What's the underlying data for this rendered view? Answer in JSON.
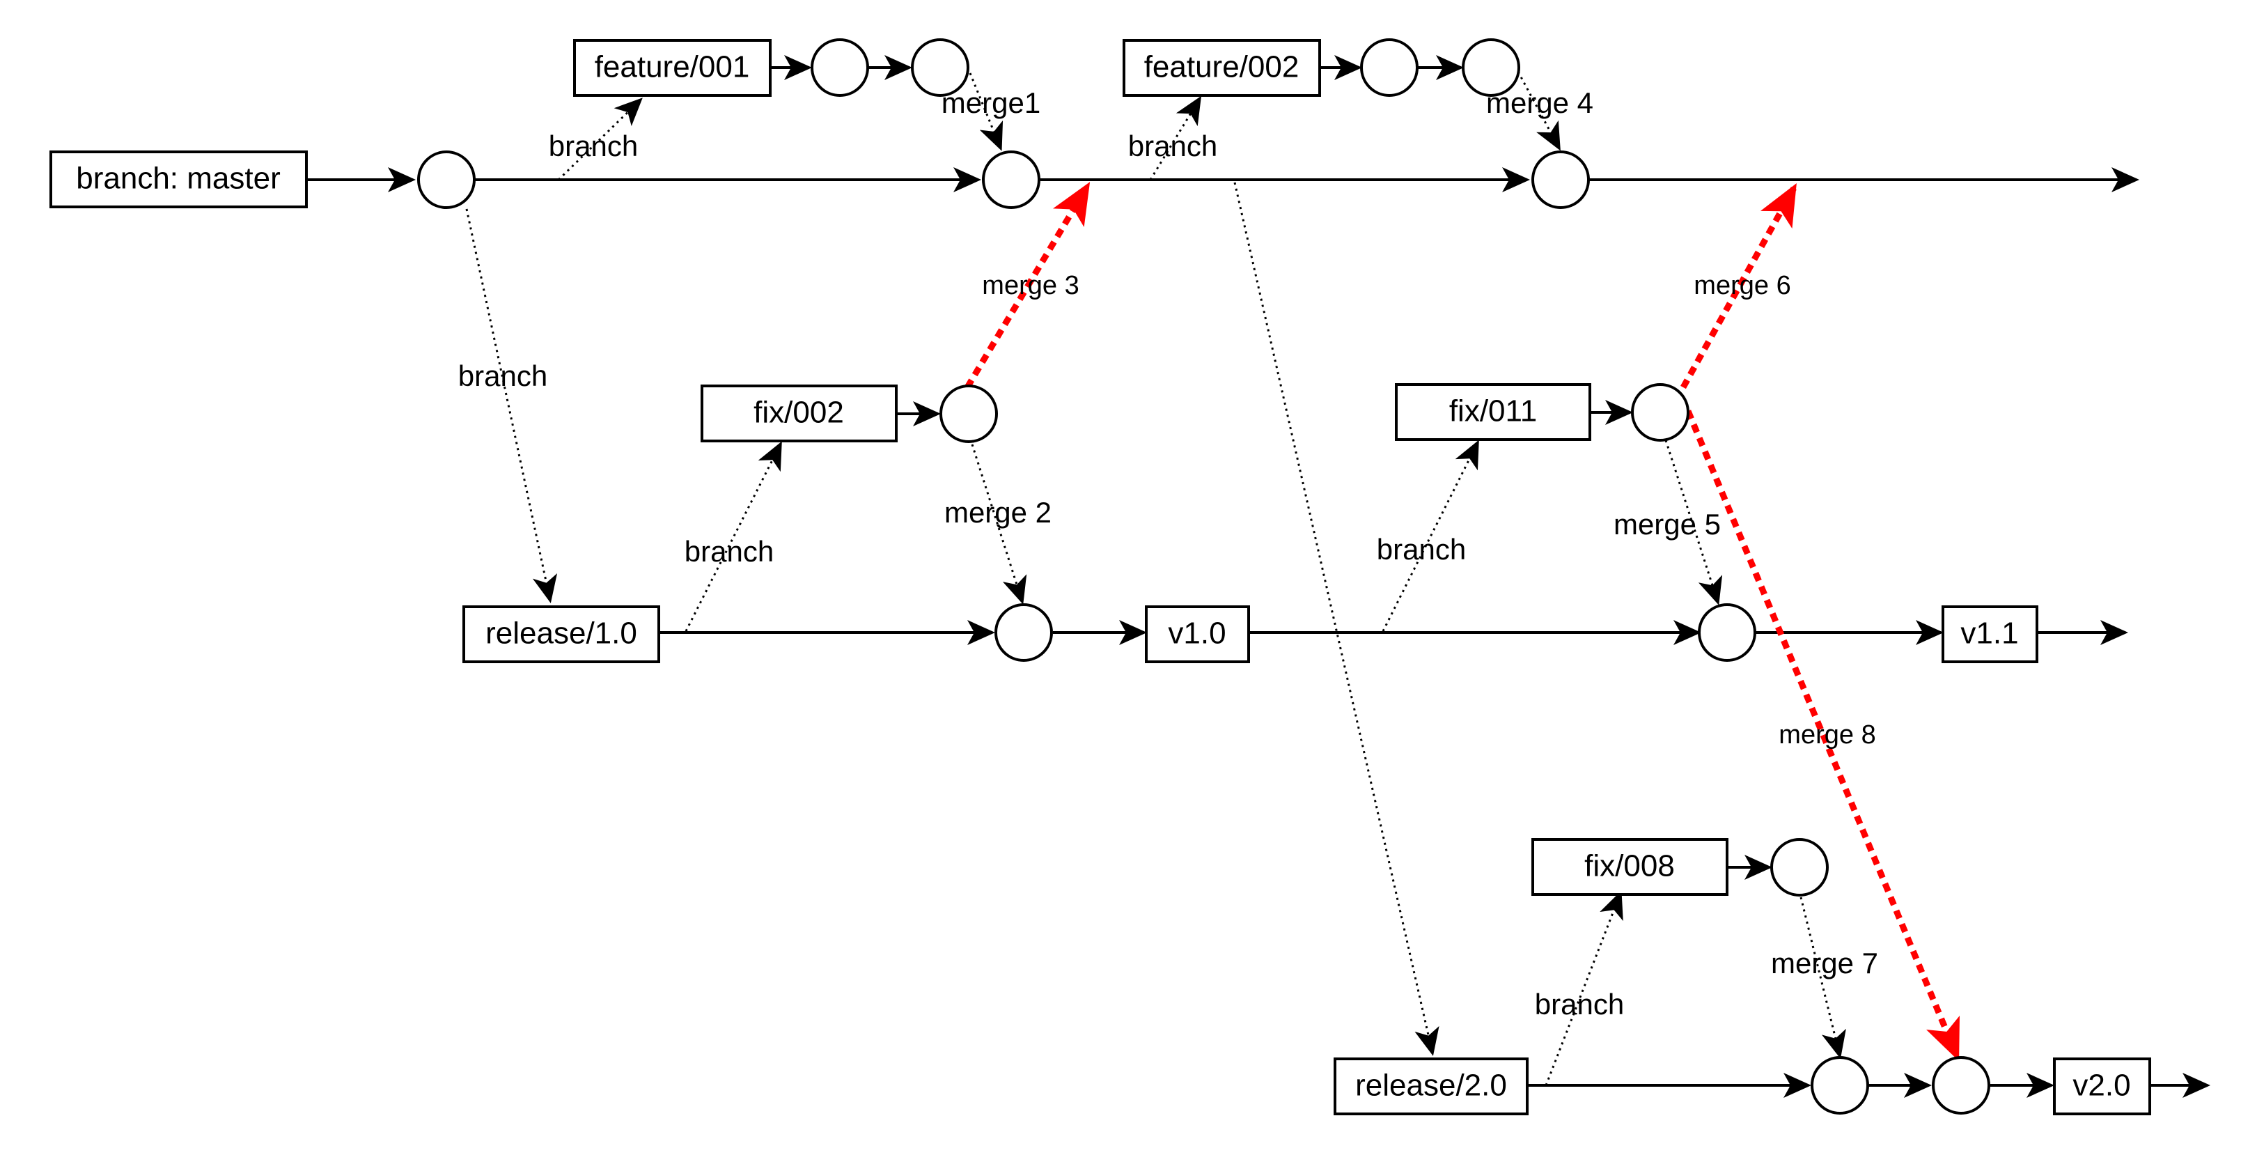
{
  "colors": {
    "line": "#000000",
    "highlight": "#ff0000",
    "background": "#ffffff"
  },
  "boxes": {
    "master": "branch: master",
    "feature001": "feature/001",
    "feature002": "feature/002",
    "fix002": "fix/002",
    "fix011": "fix/011",
    "release10": "release/1.0",
    "v10": "v1.0",
    "v11": "v1.1",
    "fix008": "fix/008",
    "release20": "release/2.0",
    "v20": "v2.0"
  },
  "edge_labels": {
    "branch_feature001": "branch",
    "merge1": "merge1",
    "branch_feature002": "branch",
    "merge4": "merge 4",
    "branch_release10": "branch",
    "merge3": "merge 3",
    "branch_fix002": "branch",
    "merge2": "merge 2",
    "merge6": "merge 6",
    "branch_fix011": "branch",
    "merge5": "merge 5",
    "merge8": "merge 8",
    "merge7": "merge 7",
    "branch_fix008": "branch"
  }
}
